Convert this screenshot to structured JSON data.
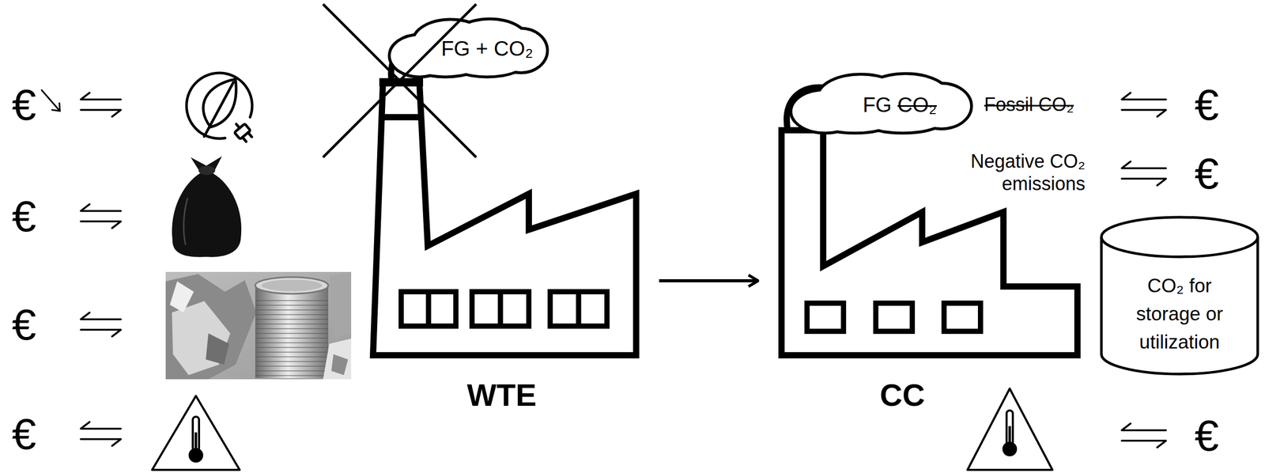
{
  "diagram": {
    "nodes": [
      {
        "text": [
          "FG + CO₂"
        ]
      },
      {
        "text": [
          "WTE"
        ]
      },
      {
        "text": [
          "FG CO₂"
        ]
      },
      {
        "text": [
          "CC"
        ]
      },
      {
        "text": [
          "CO₂ for storage or utilization"
        ]
      }
    ],
    "edges": [
      {
        "from": 1,
        "to": 3,
        "arrow": "to"
      }
    ],
    "labels": [
      "€",
      "Fossil CO₂",
      "€",
      "Negative CO₂ emissions",
      "€",
      "€",
      "€",
      "€",
      "€"
    ]
  }
}
